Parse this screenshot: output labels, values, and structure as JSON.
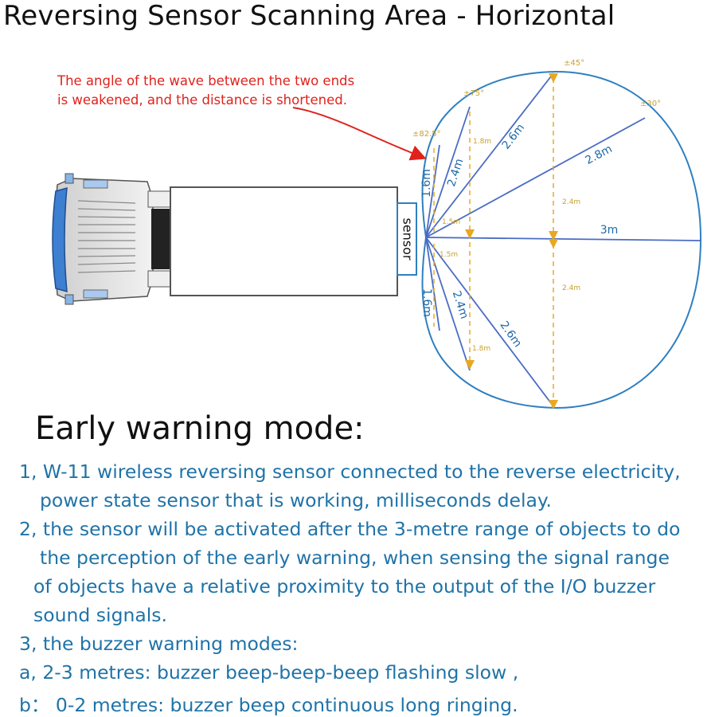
{
  "title": "Reversing Sensor Scanning Area - Horizontal",
  "diagram": {
    "annotation_line1": "The angle of the wave between the two ends",
    "annotation_line2": "is weakened, and the distance is shortened.",
    "sensor_label": "sensor",
    "angles": {
      "a825": "±82.5°",
      "a75": "±75°",
      "a45": "±45°",
      "a30": "±30°"
    },
    "distances": {
      "d16_top": "1.6m",
      "d24_top": "2.4m",
      "d18_top": "1.8m",
      "d26_top": "2.6m",
      "d28": "2.8m",
      "d3": "3m",
      "d15_a": "1.5m",
      "d15_b": "1.5m",
      "d24_mid_top": "2.4m",
      "d24_mid_bot": "2.4m",
      "d16_bot": "1.6m",
      "d24_bot": "2.4m",
      "d18_bot": "1.8m",
      "d26_bot": "2.6m"
    }
  },
  "mode": {
    "heading": "Early warning mode:",
    "lines": [
      "1, W-11 wireless reversing sensor connected to the reverse electricity,",
      "power state sensor that is working, milliseconds delay.",
      "2, the sensor will be activated after the 3-metre range of objects to do",
      "the perception of the early warning, when sensing the signal range",
      "of objects have a relative proximity to the output of the I/O buzzer",
      "sound signals.",
      "3, the buzzer warning modes:",
      "a, 2-3 metres: buzzer beep-beep-beep flashing slow ,",
      "b： 0-2 metres: buzzer beep continuous long ringing."
    ]
  },
  "colors": {
    "beam": "#4a6cc4",
    "outline": "#2f7fc0",
    "dashed": "#e8a820",
    "note": "#e0221c",
    "text": "#1f73a8"
  }
}
